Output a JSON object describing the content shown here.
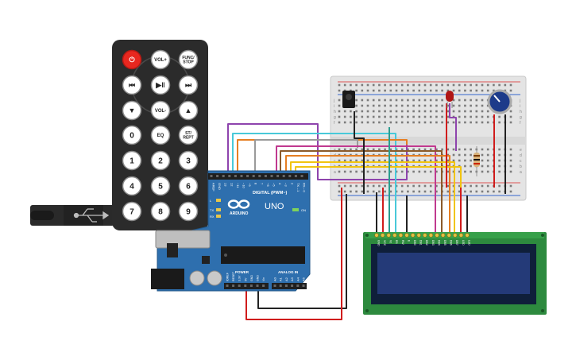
{
  "remote": {
    "buttons": [
      {
        "id": "power",
        "label": "⏻",
        "kind": "power"
      },
      {
        "id": "vol-up",
        "label": "VOL+",
        "kind": "text"
      },
      {
        "id": "func-stop",
        "label": "FUNC/\nSTOP",
        "kind": "text"
      },
      {
        "id": "prev",
        "label": "⏮",
        "kind": "glyph"
      },
      {
        "id": "play-pause",
        "label": "▶‖",
        "kind": "glyph"
      },
      {
        "id": "next",
        "label": "⏭",
        "kind": "glyph"
      },
      {
        "id": "down",
        "label": "▼",
        "kind": "glyph"
      },
      {
        "id": "vol-down",
        "label": "VOL-",
        "kind": "text"
      },
      {
        "id": "up",
        "label": "▲",
        "kind": "glyph"
      },
      {
        "id": "zero",
        "label": "0",
        "kind": "num"
      },
      {
        "id": "eq",
        "label": "EQ",
        "kind": "text"
      },
      {
        "id": "st-rept",
        "label": "ST/\nREPT",
        "kind": "text"
      },
      {
        "id": "one",
        "label": "1",
        "kind": "num"
      },
      {
        "id": "two",
        "label": "2",
        "kind": "num"
      },
      {
        "id": "three",
        "label": "3",
        "kind": "num"
      },
      {
        "id": "four",
        "label": "4",
        "kind": "num"
      },
      {
        "id": "five",
        "label": "5",
        "kind": "num"
      },
      {
        "id": "six",
        "label": "6",
        "kind": "num"
      },
      {
        "id": "seven",
        "label": "7",
        "kind": "num"
      },
      {
        "id": "eight",
        "label": "8",
        "kind": "num"
      },
      {
        "id": "nine",
        "label": "9",
        "kind": "num"
      }
    ]
  },
  "arduino": {
    "brand": "ARDUINO",
    "model": "UNO",
    "digital_header": "DIGITAL (PWM~)",
    "power_header": "POWER",
    "analog_header": "ANALOG IN",
    "on_label": "ON",
    "tx_label": "TX",
    "rx_label": "RX",
    "l_label": "L",
    "digital_pins": [
      "AREF",
      "GND",
      "13",
      "12",
      "~11",
      "~10",
      "~9",
      "8",
      "7",
      "~6",
      "~5",
      "4",
      "~3",
      "2",
      "TX→1",
      "RX←0"
    ],
    "power_pins": [
      "IOREF",
      "RESET",
      "3.3V",
      "5V",
      "GND",
      "GND",
      "Vin"
    ],
    "analog_pins": [
      "A0",
      "A1",
      "A2",
      "A3",
      "A4",
      "A5"
    ]
  },
  "breadboard": {
    "row_letters_top": [
      "j",
      "i",
      "h",
      "g",
      "f"
    ],
    "row_letters_bottom": [
      "e",
      "d",
      "c",
      "b",
      "a"
    ]
  },
  "lcd": {
    "pin_labels": [
      "GND",
      "VCC",
      "V0",
      "RS",
      "RW",
      "E",
      "DB0",
      "DB1",
      "DB2",
      "DB3",
      "DB4",
      "DB5",
      "DB6",
      "DB7",
      "LED",
      "LED"
    ]
  },
  "colors": {
    "remote_body": "#2b2b2b",
    "remote_button": "#ffffff",
    "power_button": "#e8271f",
    "arduino_board": "#2e6fae",
    "breadboard": "#e6e6e6",
    "lcd_pcb": "#2d8a3e",
    "lcd_screen": "#243a78",
    "wire_purple": "#8e44ad",
    "wire_red": "#d01c1c",
    "wire_black": "#222222",
    "wire_orange": "#e67e22",
    "wire_yellow": "#f1c40f",
    "wire_cyan": "#48c9d9",
    "wire_gray": "#9a9a9a",
    "wire_magenta": "#c0398f",
    "wire_brown": "#8b5a2b"
  }
}
